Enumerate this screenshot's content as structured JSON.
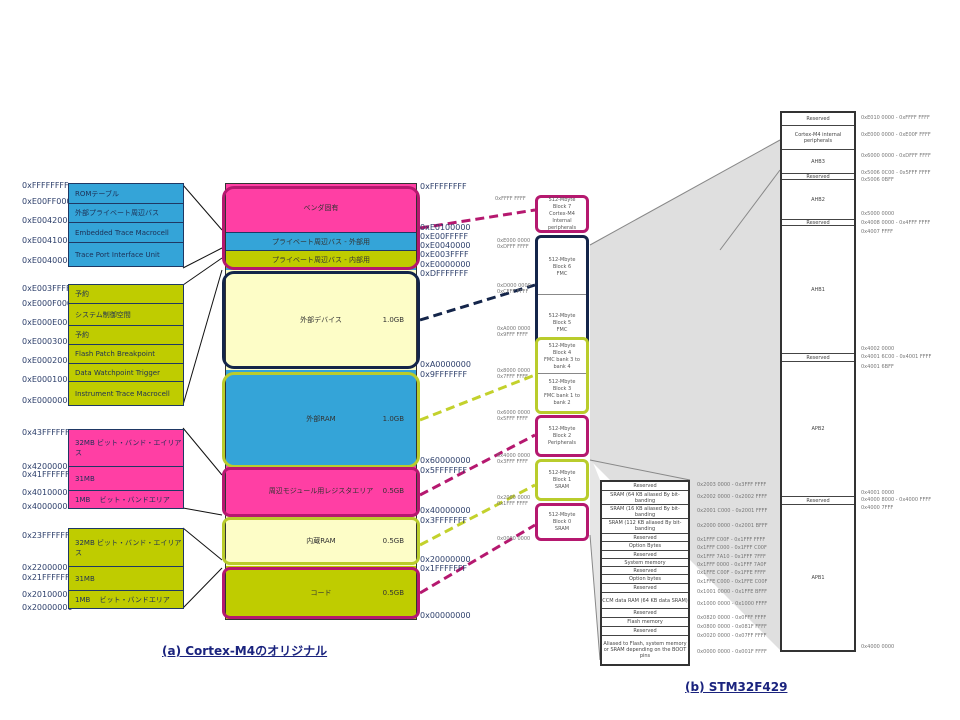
{
  "captions": {
    "left": "(a) Cortex-M4のオリジナル",
    "right": "(b) STM32F429"
  },
  "colors": {
    "magenta": "#ff3fa4",
    "cyan": "#34a4d8",
    "olive": "#bfcc00",
    "pale_yellow": "#fdfdc7",
    "navy": "#14254a",
    "hl_magenta": "#b5186f",
    "hl_olive": "#b9cc2c"
  },
  "left_detail": {
    "ppb_ext": {
      "addrs": [
        "0xFFFFFFFF",
        "0xE00FF000",
        "0xE0042000",
        "0xE0041000",
        "0xE0040000"
      ],
      "cells": [
        "ROMテーブル",
        "外部プライベート周辺バス",
        "Embedded Trace Macrocell",
        "Trace Port Interface Unit"
      ]
    },
    "ppb_int": {
      "addrs": [
        "0xE003FFFF",
        "0xE000F000",
        "0xE000E000",
        "0xE0003000",
        "0xE0002000",
        "0xE0001000",
        "0xE0000000"
      ],
      "cells": [
        "予約",
        "システム制御空間",
        "予約",
        "Flash Patch Breakpoint",
        "Data Watchpoint Trigger",
        "Instrument Trace Macrocell"
      ]
    },
    "periph_bb": {
      "addrs": [
        "0x43FFFFFF",
        "0x42000000",
        "0x41FFFFFF",
        "0x40100000",
        "0x40000000"
      ],
      "cells": [
        "32MB ビット・バンド・エイリアス",
        "31MB",
        "1MB　 ビット・バンドエリア"
      ]
    },
    "sram_bb": {
      "addrs": [
        "0x23FFFFFF",
        "0x22000000",
        "0x21FFFFFF",
        "0x20100000",
        "0x20000000"
      ],
      "cells": [
        "32MB ビット・バンド・エイリアス",
        "31MB",
        "1MB　 ビット・バンドエリア"
      ]
    }
  },
  "cortex_map": {
    "regions": [
      {
        "label": "ベンダ固有",
        "size": ""
      },
      {
        "label": "プライベート周辺バス - 外部用",
        "size": ""
      },
      {
        "label": "プライベート周辺バス - 内部用",
        "size": ""
      },
      {
        "label": "外部デバイス",
        "size": "1.0GB"
      },
      {
        "label": "外部RAM",
        "size": "1.0GB"
      },
      {
        "label": "周辺モジュール用レジスタエリア",
        "size": "0.5GB"
      },
      {
        "label": "内蔵RAM",
        "size": "0.5GB"
      },
      {
        "label": "コード",
        "size": "0.5GB"
      }
    ],
    "addrs": [
      "0xFFFFFFFF",
      "0xE0100000",
      "0xE00FFFFF",
      "0xE0040000",
      "0xE003FFFF",
      "0xE0000000",
      "0xDFFFFFFF",
      "0xA0000000",
      "0x9FFFFFFF",
      "0x60000000",
      "0x5FFFFFFF",
      "0x40000000",
      "0x3FFFFFFF",
      "0x20000000",
      "0x1FFFFFFF",
      "0x00000000"
    ]
  },
  "stm_blocks": {
    "blocks": [
      [
        "512-Mbyte",
        "Block 7",
        "Cortex-M4",
        "Internal",
        "peripherals"
      ],
      [
        "512-Mbyte",
        "Block 6",
        "FMC"
      ],
      [
        "512-Mbyte",
        "Block 5",
        "FMC"
      ],
      [
        "512-Mbyte",
        "Block 4",
        "FMC bank 3 to",
        "bank 4"
      ],
      [
        "512-Mbyte",
        "Block 3",
        "FMC bank 1 to",
        "bank 2"
      ],
      [
        "512-Mbyte",
        "Block 2",
        "Peripherals"
      ],
      [
        "512-Mbyte",
        "Block 1",
        "SRAM"
      ],
      [
        "512-Mbyte",
        "Block 0",
        "SRAM"
      ]
    ],
    "addrs": [
      "0xFFFF FFFF",
      "0xE000 0000",
      "0xDFFF FFFF",
      "0xD000 0000",
      "0xCFFF FFFF",
      "0xA000 0000",
      "0x9FFF FFFF",
      "0x8000 0000",
      "0x7FFF FFFF",
      "0x6000 0000",
      "0x5FFF FFFF",
      "0x4000 0000",
      "0x3FFF FFFF",
      "0x2000 0000",
      "0x1FFF FFFF",
      "0x0000 0000"
    ]
  },
  "stm_code_area": {
    "rows": [
      {
        "label": "Reserved",
        "range": "0x2003 0000 - 0x3FFF FFFF"
      },
      {
        "label": "SRAM (64 KB aliased By bit-banding",
        "range": "0x2002 0000 - 0x2002 FFFF"
      },
      {
        "label": "SRAM (16 KB aliased By bit-banding",
        "range": "0x2001 C000 - 0x2001 FFFF"
      },
      {
        "label": "SRAM (112 KB aliased By bit-banding",
        "range": "0x2000 0000 - 0x2001 BFFF"
      },
      {
        "label": "Reserved",
        "range": "0x1FFF C00F - 0x1FFF FFFF"
      },
      {
        "label": "Option Bytes",
        "range": "0x1FFF C000 - 0x1FFF C00F"
      },
      {
        "label": "Reserved",
        "range": "0x1FFF 7A10 - 0x1FFF 7FFF"
      },
      {
        "label": "System memory",
        "range": "0x1FFF 0000 - 0x1FFF 7A0F"
      },
      {
        "label": "Reserved",
        "range": "0x1FFE C00F - 0x1FFE FFFF"
      },
      {
        "label": "Option bytes",
        "range": "0x1FFE C000 - 0x1FFE C00F"
      },
      {
        "label": "Reserved",
        "range": "0x1001 0000 - 0x1FFE BFFF"
      },
      {
        "label": "CCM data RAM (64 KB data SRAM)",
        "range": "0x1000 0000 - 0x1000 FFFF"
      },
      {
        "label": "Reserved",
        "range": "0x0820 0000 - 0x0FFF FFFF"
      },
      {
        "label": "Flash memory",
        "range": "0x0800 0000 - 0x081F FFFF"
      },
      {
        "label": "Reserved",
        "range": "0x0020 0000 - 0x07FF FFFF"
      },
      {
        "label": "Aliased to Flash, system memory or SRAM depending on the BOOT pins",
        "range": "0x0000 0000 - 0x001F FFFF"
      }
    ]
  },
  "stm_periph_area": {
    "rows": [
      {
        "label": "Reserved",
        "range": "0xE010 0000 - 0xFFFF FFFF"
      },
      {
        "label": "Cortex-M4 internal peripherals",
        "range": "0xE000 0000 - 0xE00F FFFF"
      },
      {
        "label": "AHB3",
        "range": "0x6000 0000 - 0xDFFF FFFF"
      },
      {
        "label": "Reserved",
        "range": "0x5006 0C00 - 0x5FFF FFFF"
      },
      {
        "label": "AHB2",
        "range": "0x5006 0BFF"
      },
      {
        "label": "Reserved",
        "range": "0x4008 0000 - 0x4FFF FFFF"
      },
      {
        "label": "AHB1",
        "range": "0x4007 FFFF"
      },
      {
        "label": "Reserved",
        "range": "0x4001 6C00 - 0x4001 FFFF"
      },
      {
        "label": "APB2",
        "range": "0x4001 6BFF"
      },
      {
        "label": "Reserved",
        "range": "0x4000 8000 - 0x4000 FFFF"
      },
      {
        "label": "APB1",
        "range": "0x4000 7FFF"
      }
    ],
    "extra_addrs": [
      "0x5000 0000",
      "0x4002 0000",
      "0x4001 0000",
      "0x4000 0000"
    ]
  }
}
